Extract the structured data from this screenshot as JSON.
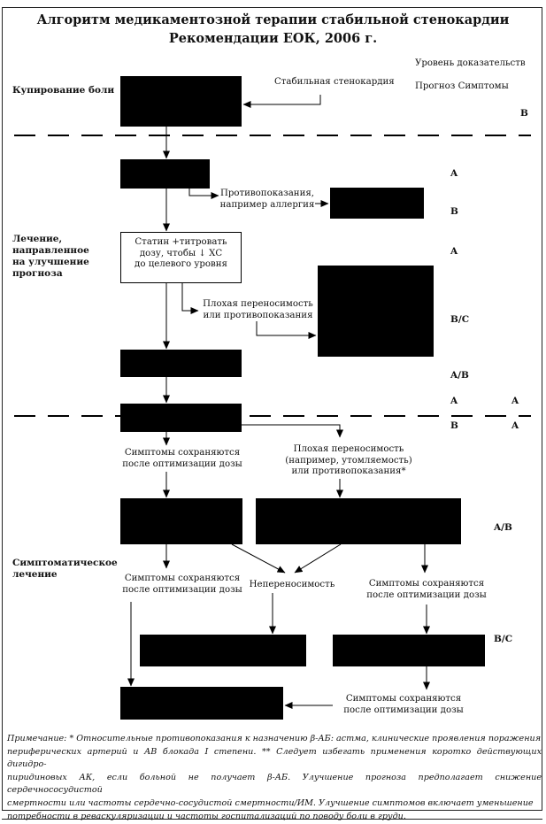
{
  "title": {
    "line1": "Алгоритм медикаментозной терапии стабильной стенокардии",
    "line2": "Рекомендации ЕОК, 2006 г."
  },
  "evidence_header": {
    "title": "Уровень доказательств",
    "columns": "Прогноз Симптомы"
  },
  "sections": {
    "pain_relief": "Купирование боли",
    "prognosis": [
      "Лечение,",
      "направленное",
      "на улучшение",
      "прогноза"
    ],
    "symptomatic": [
      "Симптоматическое",
      "лечение"
    ]
  },
  "labels": {
    "stable_angina": "Стабильная стенокардия",
    "contra_allergy": [
      "Противопоказания,",
      "например аллергия"
    ],
    "statin": [
      "Статин +титровать",
      "дозу, чтобы ↓ ХС",
      "до целевого уровня"
    ],
    "intolerance_1": [
      "Плохая переносимость",
      "или противопоказания"
    ],
    "symptoms_persist_1": [
      "Симптомы сохраняются",
      "после оптимизации дозы"
    ],
    "intolerance_2": [
      "Плохая переносимость",
      "(например, утомляемость)",
      "или противопоказания*"
    ],
    "symptoms_persist_2": [
      "Симптомы сохраняются",
      "после оптимизации дозы"
    ],
    "intolerance_3": "Непереносимость",
    "symptoms_persist_3": [
      "Симптомы сохраняются",
      "после оптимизации дозы"
    ],
    "symptoms_persist_4": [
      "Симптомы сохраняются",
      "после оптимизации дозы"
    ]
  },
  "evidence_levels": {
    "pain_relief": "B",
    "aspirin": "A",
    "clopidogrel": "B",
    "statin": "A",
    "alternative_lipid": "B/C",
    "ace_inhibitor": "A/B",
    "beta_blocker_1": [
      "A",
      "A"
    ],
    "beta_blocker_2": [
      "B",
      "A"
    ],
    "combo": "A/B",
    "second_line": "B/C"
  },
  "note": [
    "Примечание: * Относительные противопоказания к назначению β-АБ: астма, клинические проявления поражения",
    "периферических артерий и АВ блокада I степени. ** Следует избегать применения коротко действующих дигидро-",
    "пиридиновых АК, если больной не получает β-АБ. Улучшение прогноза предполагает снижение сердечнососудистой",
    "смертности или частоты сердечно-сосудистой смертности/ИМ. Улучшение симптомов включает уменьшение",
    "потребности в реваскуляризации и частоты госпитализаций по поводу боли в груди."
  ]
}
